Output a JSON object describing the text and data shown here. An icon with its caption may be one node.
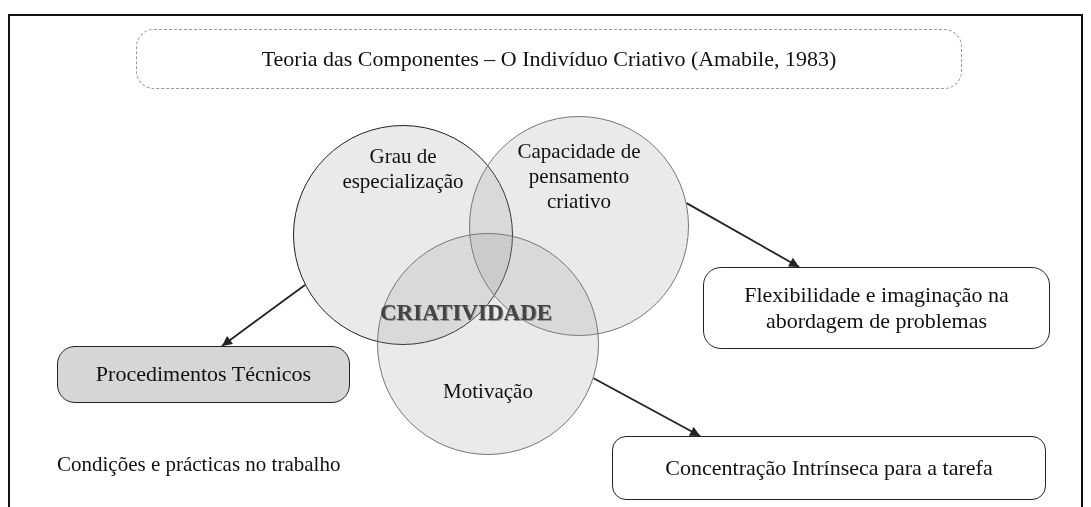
{
  "diagram": {
    "nodes": [
      {
        "text": [
          "Teoria das Componentes – O Indivíduo Criativo (Amabile, 1983)"
        ]
      },
      {
        "text": [
          "Grau de especialização"
        ]
      },
      {
        "text": [
          "Capacidade de pensamento criativo"
        ]
      },
      {
        "text": [
          "Motivação"
        ]
      },
      {
        "text": [
          "Procedimentos Técnicos"
        ]
      },
      {
        "text": [
          "Flexibilidade e imaginação na abordagem de problemas"
        ]
      },
      {
        "text": [
          "Concentração Intrínseca para a tarefa"
        ]
      }
    ],
    "edges": [
      {
        "from": 1,
        "to": 4,
        "arrow": "to"
      },
      {
        "from": 2,
        "to": 5,
        "arrow": "to"
      },
      {
        "from": 3,
        "to": 6,
        "arrow": "to"
      }
    ],
    "labels": [
      "CRIATIVIDADE",
      "Condições e prácticas no trabalho"
    ]
  }
}
